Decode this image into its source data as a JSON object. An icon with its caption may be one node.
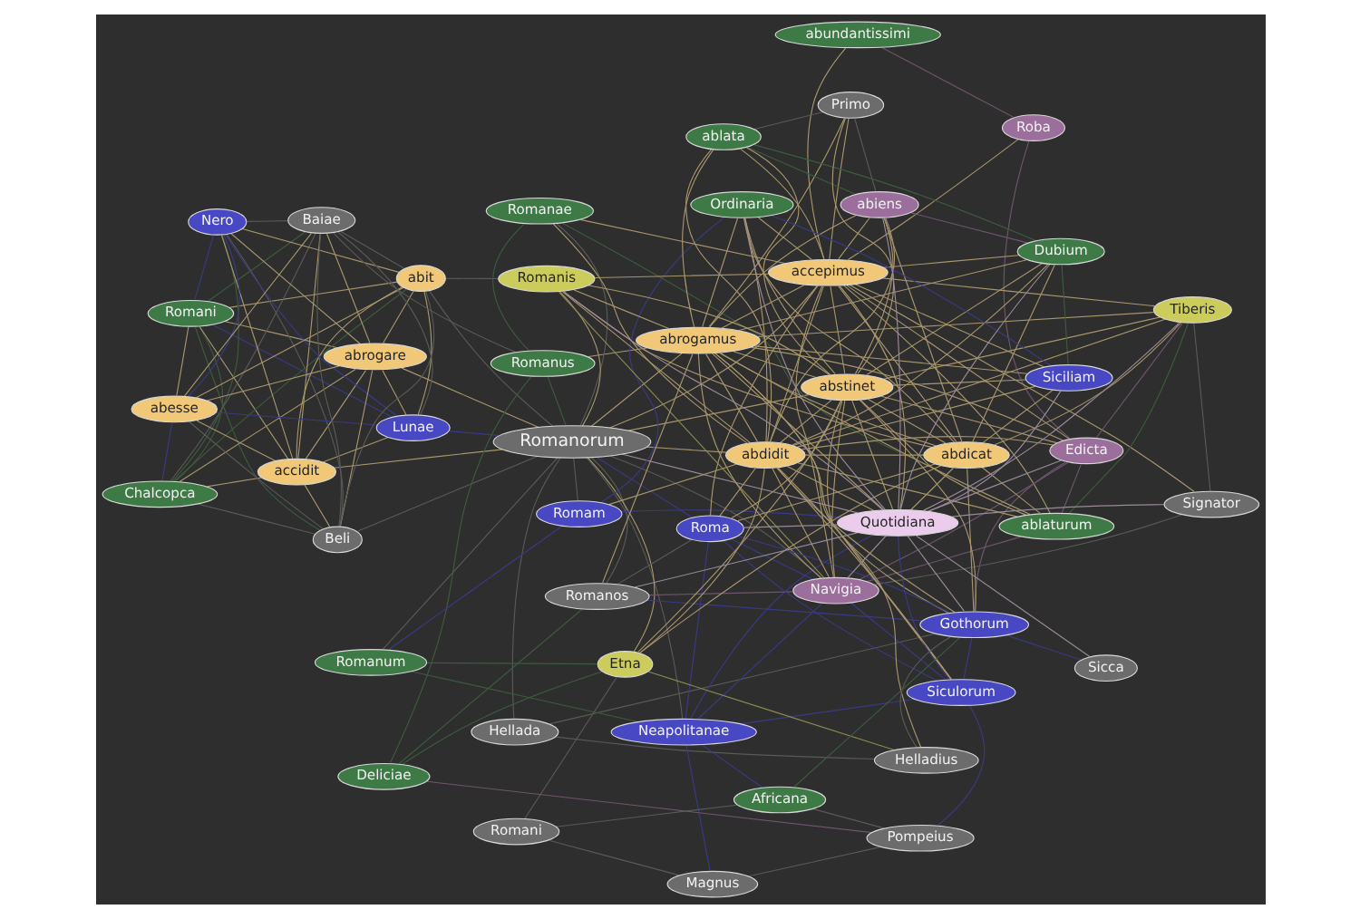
{
  "diagram": {
    "nodes": [
      {
        "text": [
          "Romani"
        ]
      },
      {
        "text": [
          "Chalcopca"
        ]
      },
      {
        "text": [
          "accidit"
        ]
      },
      {
        "text": [
          "Nero"
        ]
      },
      {
        "text": [
          "abesse"
        ]
      },
      {
        "text": [
          "abrogare"
        ]
      },
      {
        "text": [
          "abit"
        ]
      },
      {
        "text": [
          "Beli"
        ]
      },
      {
        "text": [
          "Lunae"
        ]
      },
      {
        "text": [
          "Baiae"
        ]
      },
      {
        "text": [
          "Romanus"
        ]
      },
      {
        "text": [
          "Romanorum"
        ]
      },
      {
        "text": [
          "Hellada"
        ]
      },
      {
        "text": [
          "Romam"
        ]
      },
      {
        "text": [
          "Magnus"
        ]
      },
      {
        "text": [
          "Romanum"
        ]
      },
      {
        "text": [
          "Neapolitanae"
        ]
      },
      {
        "text": [
          "Deliciae"
        ]
      },
      {
        "text": [
          "Romanae"
        ]
      },
      {
        "text": [
          "Roba"
        ]
      },
      {
        "text": [
          "abundantissimi"
        ]
      },
      {
        "text": [
          "accepimus"
        ]
      },
      {
        "text": [
          "Edicta"
        ]
      },
      {
        "text": [
          "Primo"
        ]
      },
      {
        "text": [
          "Signator"
        ]
      },
      {
        "text": [
          "Romanis"
        ]
      },
      {
        "text": [
          "Navigia"
        ]
      },
      {
        "text": [
          "abrogamus"
        ]
      },
      {
        "text": [
          "ablata"
        ]
      },
      {
        "text": [
          "ablaturum"
        ]
      },
      {
        "text": [
          "abiens"
        ]
      },
      {
        "text": [
          "Romanos"
        ]
      },
      {
        "text": [
          "Roma"
        ]
      },
      {
        "text": [
          "Tiberis"
        ]
      },
      {
        "text": [
          "abdicat"
        ]
      },
      {
        "text": [
          "abstinet"
        ]
      },
      {
        "text": [
          "Dubium"
        ]
      },
      {
        "text": [
          "Siculorum"
        ]
      },
      {
        "text": [
          "abdidit"
        ]
      },
      {
        "text": [
          "Etna"
        ]
      },
      {
        "text": [
          "Helladius"
        ]
      },
      {
        "text": [
          "Gothorum"
        ]
      },
      {
        "text": [
          "Sicca"
        ]
      },
      {
        "text": [
          "Siciliam"
        ]
      },
      {
        "text": [
          "Quotidiana"
        ]
      },
      {
        "text": [
          "Ordinaria"
        ]
      },
      {
        "text": [
          "Pompeius"
        ]
      },
      {
        "text": [
          "Africana"
        ]
      },
      {
        "text": [
          "Romani"
        ]
      }
    ],
    "edges": [
      {
        "from": 0,
        "to": 1,
        "arrow": "none",
        "color": "#3d5c3d"
      },
      {
        "from": 0,
        "to": 2,
        "arrow": "none"
      },
      {
        "from": 0,
        "to": 3,
        "arrow": "none",
        "color": "#3a3a88"
      },
      {
        "from": 0,
        "to": 4,
        "arrow": "none"
      },
      {
        "from": 0,
        "to": 5,
        "arrow": "none"
      },
      {
        "from": 0,
        "to": 6,
        "arrow": "none"
      },
      {
        "from": 0,
        "to": 7,
        "arrow": "none",
        "color": "#3d5c3d"
      },
      {
        "from": 0,
        "to": 8,
        "arrow": "none",
        "color": "#3a3a88"
      },
      {
        "from": 0,
        "to": 9,
        "arrow": "none",
        "color": "#3d5c3d"
      },
      {
        "from": 1,
        "to": 2,
        "arrow": "none"
      },
      {
        "from": 1,
        "to": 3,
        "arrow": "none",
        "color": "#3d5c3d"
      },
      {
        "from": 1,
        "to": 4,
        "arrow": "none",
        "color": "#3a3a88"
      },
      {
        "from": 1,
        "to": 5,
        "arrow": "none"
      },
      {
        "from": 1,
        "to": 6,
        "arrow": "none",
        "color": "#3d5c3d"
      },
      {
        "from": 1,
        "to": 7,
        "arrow": "none",
        "color": "#5a5a58"
      },
      {
        "from": 1,
        "to": 9,
        "arrow": "none",
        "color": "#5a5a58"
      },
      {
        "from": 2,
        "to": 3,
        "arrow": "none"
      },
      {
        "from": 2,
        "to": 4,
        "arrow": "none"
      },
      {
        "from": 2,
        "to": 5,
        "arrow": "none"
      },
      {
        "from": 2,
        "to": 6,
        "arrow": "none"
      },
      {
        "from": 2,
        "to": 7,
        "arrow": "none"
      },
      {
        "from": 2,
        "to": 8,
        "arrow": "none"
      },
      {
        "from": 2,
        "to": 9,
        "arrow": "none"
      },
      {
        "from": 3,
        "to": 4,
        "arrow": "none",
        "color": "#3a3a88"
      },
      {
        "from": 3,
        "to": 5,
        "arrow": "none"
      },
      {
        "from": 3,
        "to": 6,
        "arrow": "none"
      },
      {
        "from": 3,
        "to": 7,
        "arrow": "none",
        "color": "#5a5a58"
      },
      {
        "from": 3,
        "to": 8,
        "arrow": "none",
        "color": "#3a3a88"
      },
      {
        "from": 3,
        "to": 9,
        "arrow": "none",
        "color": "#5a5a58"
      },
      {
        "from": 4,
        "to": 5,
        "arrow": "none"
      },
      {
        "from": 4,
        "to": 6,
        "arrow": "none"
      },
      {
        "from": 4,
        "to": 7,
        "arrow": "none",
        "color": "#5a5a58"
      },
      {
        "from": 4,
        "to": 8,
        "arrow": "none",
        "color": "#3a3a88"
      },
      {
        "from": 4,
        "to": 9,
        "arrow": "none"
      },
      {
        "from": 5,
        "to": 6,
        "arrow": "none"
      },
      {
        "from": 5,
        "to": 7,
        "arrow": "none"
      },
      {
        "from": 5,
        "to": 8,
        "arrow": "none"
      },
      {
        "from": 5,
        "to": 9,
        "arrow": "none"
      },
      {
        "from": 6,
        "to": 7,
        "arrow": "none",
        "color": "#5a5a58"
      },
      {
        "from": 6,
        "to": 8,
        "arrow": "none"
      },
      {
        "from": 6,
        "to": 9,
        "arrow": "none",
        "color": "#5a5a58"
      },
      {
        "from": 7,
        "to": 9,
        "arrow": "none",
        "color": "#5a5a58"
      },
      {
        "from": 8,
        "to": 9,
        "arrow": "none",
        "color": "#5a5a58"
      },
      {
        "from": 2,
        "to": 11,
        "arrow": "none"
      },
      {
        "from": 5,
        "to": 11,
        "arrow": "none"
      },
      {
        "from": 6,
        "to": 11,
        "arrow": "none",
        "color": "#5a5a58"
      },
      {
        "from": 7,
        "to": 11,
        "arrow": "none",
        "color": "#5a5a58"
      },
      {
        "from": 8,
        "to": 11,
        "arrow": "none",
        "color": "#3a3a88"
      },
      {
        "from": 9,
        "to": 10,
        "arrow": "none",
        "color": "#5a5a58"
      },
      {
        "from": 6,
        "to": 25,
        "arrow": "none",
        "color": "#5a5a58"
      },
      {
        "from": 10,
        "to": 11,
        "arrow": "none",
        "color": "#3d5c3d"
      },
      {
        "from": 10,
        "to": 17,
        "arrow": "none",
        "color": "#3d5c3d"
      },
      {
        "from": 10,
        "to": 18,
        "arrow": "none",
        "color": "#3d5c3d"
      },
      {
        "from": 10,
        "to": 27,
        "arrow": "none"
      },
      {
        "from": 11,
        "to": 12,
        "arrow": "none",
        "color": "#5a5a58"
      },
      {
        "from": 11,
        "to": 13,
        "arrow": "none",
        "color": "#5a5a58"
      },
      {
        "from": 11,
        "to": 15,
        "arrow": "none",
        "color": "#5a5a58"
      },
      {
        "from": 11,
        "to": 16,
        "arrow": "none",
        "color": "#5a5a58"
      },
      {
        "from": 11,
        "to": 18,
        "arrow": "none",
        "color": "#5a5a58"
      },
      {
        "from": 11,
        "to": 21,
        "arrow": "none"
      },
      {
        "from": 11,
        "to": 25,
        "arrow": "none"
      },
      {
        "from": 11,
        "to": 26,
        "arrow": "none",
        "color": "#5a5a58"
      },
      {
        "from": 11,
        "to": 27,
        "arrow": "none"
      },
      {
        "from": 11,
        "to": 31,
        "arrow": "none",
        "color": "#5a5a58"
      },
      {
        "from": 11,
        "to": 32,
        "arrow": "none",
        "color": "#3a3a88"
      },
      {
        "from": 11,
        "to": 35,
        "arrow": "none"
      },
      {
        "from": 11,
        "to": 38,
        "arrow": "none"
      },
      {
        "from": 11,
        "to": 39,
        "arrow": "none"
      },
      {
        "from": 11,
        "to": 44,
        "arrow": "none",
        "color": "#9a8a9a"
      },
      {
        "from": 12,
        "to": 41,
        "arrow": "none",
        "color": "#5a5a58"
      },
      {
        "from": 12,
        "to": 40,
        "arrow": "none",
        "color": "#5a5a58"
      },
      {
        "from": 13,
        "to": 15,
        "arrow": "none",
        "color": "#3a3a88"
      },
      {
        "from": 13,
        "to": 44,
        "arrow": "none",
        "color": "#3a3a88"
      },
      {
        "from": 13,
        "to": 45,
        "arrow": "none",
        "color": "#3a3a88"
      },
      {
        "from": 13,
        "to": 38,
        "arrow": "none"
      },
      {
        "from": 14,
        "to": 16,
        "arrow": "none",
        "color": "#3a3a88"
      },
      {
        "from": 14,
        "to": 46,
        "arrow": "none",
        "color": "#5a5a58"
      },
      {
        "from": 14,
        "to": 48,
        "arrow": "none",
        "color": "#5a5a58"
      },
      {
        "from": 15,
        "to": 16,
        "arrow": "none",
        "color": "#3d5c3d"
      },
      {
        "from": 15,
        "to": 39,
        "arrow": "none",
        "color": "#3d5c3d"
      },
      {
        "from": 16,
        "to": 26,
        "arrow": "none",
        "color": "#3a3a88"
      },
      {
        "from": 16,
        "to": 32,
        "arrow": "none",
        "color": "#3a3a88"
      },
      {
        "from": 16,
        "to": 37,
        "arrow": "none",
        "color": "#3a3a88"
      },
      {
        "from": 16,
        "to": 44,
        "arrow": "none",
        "color": "#3a3a88"
      },
      {
        "from": 17,
        "to": 39,
        "arrow": "none",
        "color": "#3d5c3d"
      },
      {
        "from": 17,
        "to": 46,
        "arrow": "none",
        "color": "#6e566e"
      },
      {
        "from": 17,
        "to": 31,
        "arrow": "none",
        "color": "#3d5c3d"
      },
      {
        "from": 18,
        "to": 29,
        "arrow": "none",
        "color": "#3d5c3d"
      },
      {
        "from": 18,
        "to": 21,
        "arrow": "none"
      },
      {
        "from": 18,
        "to": 38,
        "arrow": "none"
      },
      {
        "from": 46,
        "to": 47,
        "arrow": "none",
        "color": "#5a5a58"
      },
      {
        "from": 46,
        "to": 37,
        "arrow": "none",
        "color": "#3a3a88"
      },
      {
        "from": 47,
        "to": 48,
        "arrow": "none",
        "color": "#5a5a58"
      },
      {
        "from": 47,
        "to": 41,
        "arrow": "none",
        "color": "#3d5c3d"
      },
      {
        "from": 47,
        "to": 16,
        "arrow": "none",
        "color": "#3a3a88"
      },
      {
        "from": 48,
        "to": 39,
        "arrow": "none",
        "color": "#5a5a58"
      },
      {
        "from": 39,
        "to": 38,
        "arrow": "none"
      },
      {
        "from": 39,
        "to": 35,
        "arrow": "none"
      },
      {
        "from": 39,
        "to": 34,
        "arrow": "none"
      },
      {
        "from": 39,
        "to": 40,
        "arrow": "none",
        "color": "#8a8a50"
      },
      {
        "from": 37,
        "to": 26,
        "arrow": "none",
        "color": "#3a3a88"
      },
      {
        "from": 37,
        "to": 32,
        "arrow": "none",
        "color": "#3a3a88"
      },
      {
        "from": 37,
        "to": 41,
        "arrow": "none",
        "color": "#3a3a88"
      },
      {
        "from": 37,
        "to": 44,
        "arrow": "none",
        "color": "#3a3a88"
      },
      {
        "from": 40,
        "to": 41,
        "arrow": "none",
        "color": "#5a5a58"
      },
      {
        "from": 41,
        "to": 42,
        "arrow": "none",
        "color": "#3a3a88"
      },
      {
        "from": 42,
        "to": 44,
        "arrow": "none",
        "color": "#9a8a9a"
      },
      {
        "from": 19,
        "to": 20,
        "arrow": "none",
        "color": "#6e566e"
      },
      {
        "from": 19,
        "to": 22,
        "arrow": "none",
        "color": "#6e566e"
      },
      {
        "from": 19,
        "to": 21,
        "arrow": "none"
      },
      {
        "from": 20,
        "to": 21,
        "arrow": "none"
      },
      {
        "from": 21,
        "to": 22,
        "arrow": "none"
      },
      {
        "from": 21,
        "to": 23,
        "arrow": "none"
      },
      {
        "from": 21,
        "to": 24,
        "arrow": "none"
      },
      {
        "from": 21,
        "to": 25,
        "arrow": "none"
      },
      {
        "from": 21,
        "to": 26,
        "arrow": "none"
      },
      {
        "from": 21,
        "to": 27,
        "arrow": "none"
      },
      {
        "from": 21,
        "to": 28,
        "arrow": "none"
      },
      {
        "from": 21,
        "to": 29,
        "arrow": "none"
      },
      {
        "from": 21,
        "to": 30,
        "arrow": "none"
      },
      {
        "from": 21,
        "to": 32,
        "arrow": "none"
      },
      {
        "from": 21,
        "to": 33,
        "arrow": "none"
      },
      {
        "from": 21,
        "to": 34,
        "arrow": "none"
      },
      {
        "from": 21,
        "to": 35,
        "arrow": "none"
      },
      {
        "from": 21,
        "to": 36,
        "arrow": "none"
      },
      {
        "from": 21,
        "to": 38,
        "arrow": "none"
      },
      {
        "from": 21,
        "to": 43,
        "arrow": "none"
      },
      {
        "from": 21,
        "to": 44,
        "arrow": "none"
      },
      {
        "from": 21,
        "to": 45,
        "arrow": "none"
      },
      {
        "from": 27,
        "to": 22,
        "arrow": "none"
      },
      {
        "from": 27,
        "to": 23,
        "arrow": "none"
      },
      {
        "from": 27,
        "to": 25,
        "arrow": "none"
      },
      {
        "from": 27,
        "to": 26,
        "arrow": "none"
      },
      {
        "from": 27,
        "to": 28,
        "arrow": "none"
      },
      {
        "from": 27,
        "to": 29,
        "arrow": "none"
      },
      {
        "from": 27,
        "to": 30,
        "arrow": "none"
      },
      {
        "from": 27,
        "to": 31,
        "arrow": "none"
      },
      {
        "from": 27,
        "to": 33,
        "arrow": "none"
      },
      {
        "from": 27,
        "to": 34,
        "arrow": "none"
      },
      {
        "from": 27,
        "to": 35,
        "arrow": "none"
      },
      {
        "from": 27,
        "to": 36,
        "arrow": "none"
      },
      {
        "from": 27,
        "to": 37,
        "arrow": "none"
      },
      {
        "from": 27,
        "to": 38,
        "arrow": "none"
      },
      {
        "from": 27,
        "to": 41,
        "arrow": "none"
      },
      {
        "from": 27,
        "to": 43,
        "arrow": "none"
      },
      {
        "from": 27,
        "to": 44,
        "arrow": "none"
      },
      {
        "from": 27,
        "to": 45,
        "arrow": "none"
      },
      {
        "from": 35,
        "to": 22,
        "arrow": "none"
      },
      {
        "from": 35,
        "to": 23,
        "arrow": "none"
      },
      {
        "from": 35,
        "to": 25,
        "arrow": "none"
      },
      {
        "from": 35,
        "to": 26,
        "arrow": "none"
      },
      {
        "from": 35,
        "to": 28,
        "arrow": "none"
      },
      {
        "from": 35,
        "to": 29,
        "arrow": "none"
      },
      {
        "from": 35,
        "to": 30,
        "arrow": "none"
      },
      {
        "from": 35,
        "to": 32,
        "arrow": "none"
      },
      {
        "from": 35,
        "to": 33,
        "arrow": "none"
      },
      {
        "from": 35,
        "to": 34,
        "arrow": "none"
      },
      {
        "from": 35,
        "to": 36,
        "arrow": "none"
      },
      {
        "from": 35,
        "to": 37,
        "arrow": "none"
      },
      {
        "from": 35,
        "to": 38,
        "arrow": "none"
      },
      {
        "from": 35,
        "to": 41,
        "arrow": "none"
      },
      {
        "from": 35,
        "to": 43,
        "arrow": "none"
      },
      {
        "from": 35,
        "to": 44,
        "arrow": "none"
      },
      {
        "from": 35,
        "to": 45,
        "arrow": "none"
      },
      {
        "from": 38,
        "to": 22,
        "arrow": "none"
      },
      {
        "from": 38,
        "to": 25,
        "arrow": "none"
      },
      {
        "from": 38,
        "to": 26,
        "arrow": "none"
      },
      {
        "from": 38,
        "to": 28,
        "arrow": "none"
      },
      {
        "from": 38,
        "to": 29,
        "arrow": "none"
      },
      {
        "from": 38,
        "to": 30,
        "arrow": "none"
      },
      {
        "from": 38,
        "to": 32,
        "arrow": "none"
      },
      {
        "from": 38,
        "to": 33,
        "arrow": "none"
      },
      {
        "from": 38,
        "to": 34,
        "arrow": "none"
      },
      {
        "from": 38,
        "to": 36,
        "arrow": "none"
      },
      {
        "from": 38,
        "to": 37,
        "arrow": "none"
      },
      {
        "from": 38,
        "to": 40,
        "arrow": "none"
      },
      {
        "from": 38,
        "to": 41,
        "arrow": "none"
      },
      {
        "from": 38,
        "to": 43,
        "arrow": "none"
      },
      {
        "from": 38,
        "to": 44,
        "arrow": "none"
      },
      {
        "from": 38,
        "to": 45,
        "arrow": "none"
      },
      {
        "from": 34,
        "to": 25,
        "arrow": "none"
      },
      {
        "from": 34,
        "to": 29,
        "arrow": "none"
      },
      {
        "from": 34,
        "to": 30,
        "arrow": "none"
      },
      {
        "from": 34,
        "to": 32,
        "arrow": "none"
      },
      {
        "from": 34,
        "to": 33,
        "arrow": "none"
      },
      {
        "from": 34,
        "to": 36,
        "arrow": "none"
      },
      {
        "from": 34,
        "to": 41,
        "arrow": "none"
      },
      {
        "from": 34,
        "to": 43,
        "arrow": "none"
      },
      {
        "from": 34,
        "to": 44,
        "arrow": "none"
      },
      {
        "from": 34,
        "to": 45,
        "arrow": "none"
      },
      {
        "from": 44,
        "to": 22,
        "arrow": "none",
        "color": "#9a8a9a"
      },
      {
        "from": 44,
        "to": 24,
        "arrow": "none",
        "color": "#9a8a9a"
      },
      {
        "from": 44,
        "to": 25,
        "arrow": "none",
        "color": "#9a8a9a"
      },
      {
        "from": 44,
        "to": 26,
        "arrow": "none",
        "color": "#9a8a9a"
      },
      {
        "from": 44,
        "to": 30,
        "arrow": "none",
        "color": "#9a8a9a"
      },
      {
        "from": 44,
        "to": 31,
        "arrow": "none",
        "color": "#9a8a9a"
      },
      {
        "from": 44,
        "to": 32,
        "arrow": "none",
        "color": "#9a8a9a"
      },
      {
        "from": 44,
        "to": 33,
        "arrow": "none",
        "color": "#9a8a9a"
      },
      {
        "from": 44,
        "to": 36,
        "arrow": "none",
        "color": "#9a8a9a"
      },
      {
        "from": 44,
        "to": 41,
        "arrow": "none",
        "color": "#9a8a9a"
      },
      {
        "from": 44,
        "to": 43,
        "arrow": "none",
        "color": "#9a8a9a"
      },
      {
        "from": 44,
        "to": 45,
        "arrow": "none",
        "color": "#9a8a9a"
      },
      {
        "from": 22,
        "to": 26,
        "arrow": "none",
        "color": "#6e566e"
      },
      {
        "from": 22,
        "to": 29,
        "arrow": "none",
        "color": "#6e566e"
      },
      {
        "from": 22,
        "to": 33,
        "arrow": "none",
        "color": "#6e566e"
      },
      {
        "from": 22,
        "to": 41,
        "arrow": "none",
        "color": "#6e566e"
      },
      {
        "from": 26,
        "to": 31,
        "arrow": "none",
        "color": "#6e566e"
      },
      {
        "from": 26,
        "to": 32,
        "arrow": "none",
        "color": "#3a3a88"
      },
      {
        "from": 26,
        "to": 29,
        "arrow": "none",
        "color": "#6e566e"
      },
      {
        "from": 23,
        "to": 28,
        "arrow": "none",
        "color": "#5a5a58"
      },
      {
        "from": 23,
        "to": 30,
        "arrow": "none",
        "color": "#5a5a58"
      },
      {
        "from": 28,
        "to": 30,
        "arrow": "none",
        "color": "#3d5c3d"
      },
      {
        "from": 28,
        "to": 36,
        "arrow": "none",
        "color": "#3d5c3d"
      },
      {
        "from": 30,
        "to": 36,
        "arrow": "none",
        "color": "#6e566e"
      },
      {
        "from": 36,
        "to": 43,
        "arrow": "none",
        "color": "#3d5c3d"
      },
      {
        "from": 43,
        "to": 45,
        "arrow": "none",
        "color": "#3a3a88"
      },
      {
        "from": 31,
        "to": 32,
        "arrow": "none",
        "color": "#5a5a58"
      },
      {
        "from": 31,
        "to": 41,
        "arrow": "none",
        "color": "#3a3a88"
      },
      {
        "from": 24,
        "to": 26,
        "arrow": "none",
        "color": "#5a5a58"
      },
      {
        "from": 24,
        "to": 33,
        "arrow": "none",
        "color": "#5a5a58"
      },
      {
        "from": 25,
        "to": 26,
        "arrow": "none",
        "color": "#8a8a50"
      },
      {
        "from": 29,
        "to": 33,
        "arrow": "none",
        "color": "#3d5c3d"
      },
      {
        "from": 32,
        "to": 41,
        "arrow": "none",
        "color": "#3a3a88"
      }
    ]
  }
}
